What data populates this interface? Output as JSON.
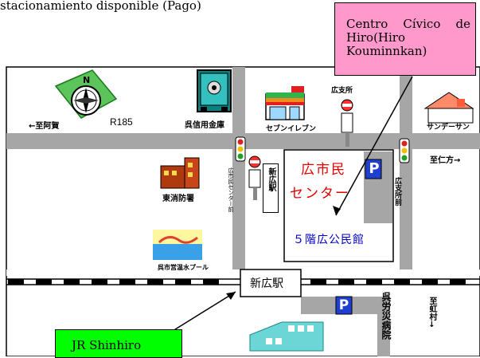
{
  "header": {
    "parking_note": "stacionamiento disponible (Pago)"
  },
  "callouts": {
    "civic_center": "Centro Cívico de Hiro(Hiro Kouminnkan)",
    "jr_station": "JR Shinhiro"
  },
  "roads": {
    "to_aga": "←至阿賀",
    "route": "R185",
    "to_nikata": "至仁方→",
    "to_niji": "至虹村↓"
  },
  "landmarks": {
    "kure_shinkin": "呉信用金庫",
    "seven_eleven": "セブンイレブン",
    "hiro_branch": "広支所",
    "sunday": "サンデーサン",
    "higashi_fire": "東消防署",
    "shinhiro_eki_small": "新広駅",
    "hiro_shisho_mae": "広支所前",
    "pool": "呉市営温水プール",
    "rosai": "呉労災病院",
    "kinkyo_center_mae": "広市民センター前"
  },
  "center": {
    "line1": "広市民",
    "line2": "センター",
    "line3": "５階広公民館"
  },
  "station": {
    "label": "新広駅"
  },
  "icons": {
    "parking": "P",
    "compass": "compass-icon",
    "safe": "safe-icon"
  },
  "colors": {
    "road": "#a6a6a6",
    "callout_bg": "#ff99cc",
    "callout_green": "#00ff00",
    "center_text": "#e00000",
    "center_blue": "#0000cc",
    "parking_blue": "#1f3fd0"
  }
}
